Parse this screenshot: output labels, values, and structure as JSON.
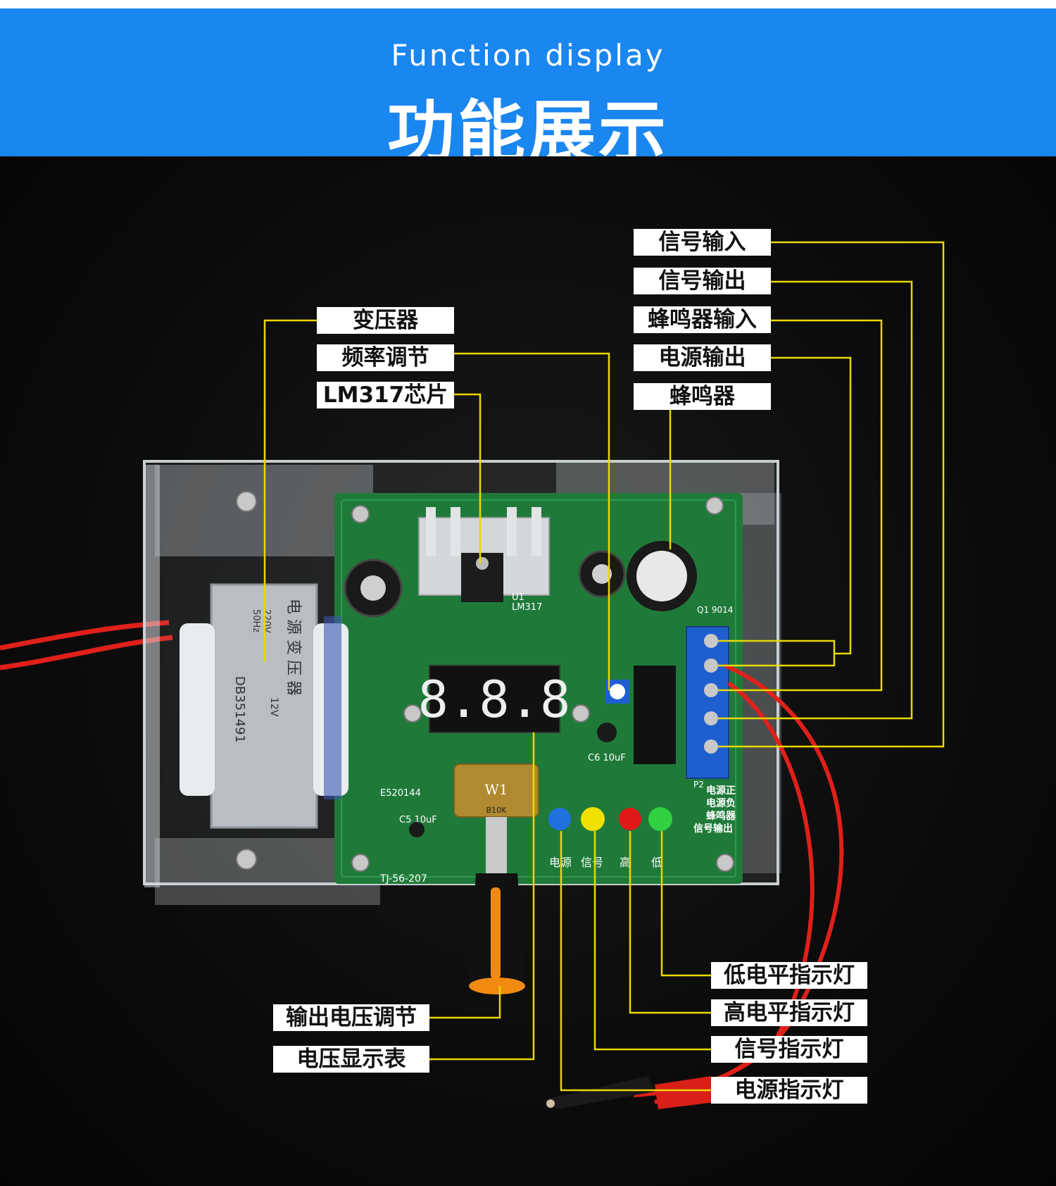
{
  "header": {
    "title_en": "Function display",
    "title_cn": "功能展示"
  },
  "labels": {
    "transformer": "变压器",
    "frequency_adjust": "频率调节",
    "lm317_chip": "LM317芯片",
    "signal_input": "信号输入",
    "signal_output": "信号输出",
    "buzzer_input": "蜂鸣器输入",
    "power_output": "电源输出",
    "buzzer": "蜂鸣器",
    "output_voltage_adjust": "输出电压调节",
    "voltage_display": "电压显示表",
    "low_level_indicator": "低电平指示灯",
    "high_level_indicator": "高电平指示灯",
    "signal_indicator": "信号指示灯",
    "power_indicator": "电源指示灯"
  },
  "board": {
    "display_digits": "8.8.8",
    "transformer_text": [
      "电 源 变 压 器",
      "220V",
      "50Hz",
      "12V",
      "DB351491"
    ],
    "silkscreen": {
      "board_id": "TJ-56-207",
      "cert": "E520144",
      "u1": "U1",
      "lm317": "LM317",
      "c6": "C6 10uF",
      "c5": "C5 10uF",
      "q1": "Q1 9014",
      "p2": "P2",
      "pot": "W1",
      "pot_value": "B10K",
      "terminal_labels": [
        "电源正",
        "电源负",
        "蜂鸣器",
        "信号输出"
      ],
      "led_labels": [
        "电源",
        "信号",
        "高",
        "低"
      ]
    }
  },
  "colors": {
    "header_blue": "#1a86f0",
    "leader_yellow": "#e8d800",
    "pcb_green": "#1f7a3a",
    "terminal_blue": "#1e5fd0",
    "wire_red": "#e0201a",
    "knob_orange": "#f08a10"
  }
}
